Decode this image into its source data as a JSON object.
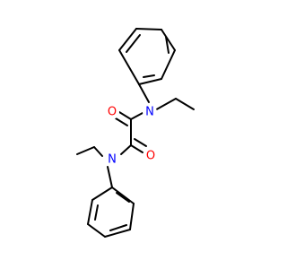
{
  "atoms": {
    "o1": {
      "symbol": "O",
      "color": "#ff0000"
    },
    "n1": {
      "symbol": "N",
      "color": "#0000ff"
    },
    "o2": {
      "symbol": "O",
      "color": "#ff0000"
    },
    "n2": {
      "symbol": "N",
      "color": "#0000ff"
    }
  },
  "colors": {
    "bond": "#000000",
    "background": "#ffffff"
  }
}
